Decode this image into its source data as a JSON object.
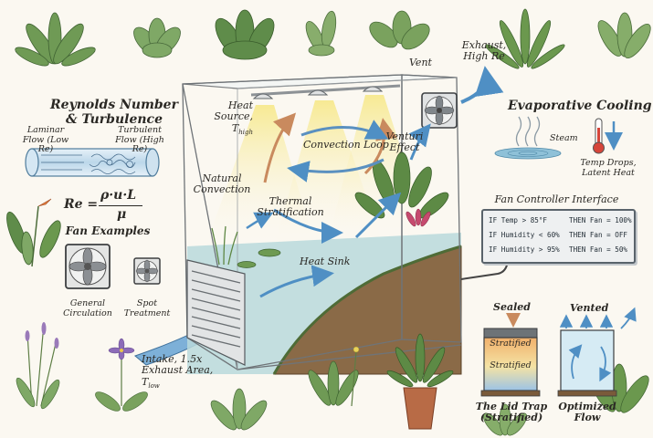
{
  "labels": {
    "reynolds_title": "Reynolds Number & Turbulence",
    "laminar": "Laminar Flow (Low Re)",
    "turbulent": "Turbulent Flow (High Re)",
    "formula_lhs": "Re =",
    "formula_num": "ρ·u·L",
    "formula_den": "μ",
    "fan_examples": "Fan Examples",
    "general_circulation": "General Circulation",
    "spot_treatment": "Spot Treatment",
    "vent": "Vent",
    "exhaust": "Exhaust, High Re",
    "heat_source": "Heat Source, T",
    "heat_source_sub": "high",
    "convection_loop": "Convection Loop",
    "venturi": "Venturi Effect",
    "natural_convection": "Natural Convection",
    "thermal_stratification": "Thermal Stratification",
    "heat_sink": "Heat Sink",
    "intake": "Intake, 1.5x Exhaust Area, T",
    "intake_sub": "low",
    "evaporative_cooling": "Evaporative Cooling",
    "steam": "Steam",
    "temp_drops": "Temp Drops, Latent Heat",
    "fan_controller_title": "Fan Controller Interface",
    "sealed": "Sealed",
    "vented": "Vented",
    "stratified_1": "Stratified",
    "stratified_2": "Stratified",
    "lid_trap": "The Lid Trap (Stratified)",
    "optimized_flow": "Optimized Flow"
  },
  "fan_controller": {
    "rules": [
      {
        "condition": "IF Temp > 85°F",
        "action": "THEN Fan = 100%"
      },
      {
        "condition": "IF Humidity < 60%",
        "action": "THEN Fan = OFF"
      },
      {
        "condition": "IF Humidity > 95%",
        "action": "THEN Fan = 50%"
      }
    ]
  },
  "colors": {
    "warm_arrow": "#c98a5e",
    "cool_arrow": "#4f8fc4",
    "water": "#9cc7cf",
    "soil": "#7a5a3a",
    "heat_glow": "#f5e58a"
  }
}
